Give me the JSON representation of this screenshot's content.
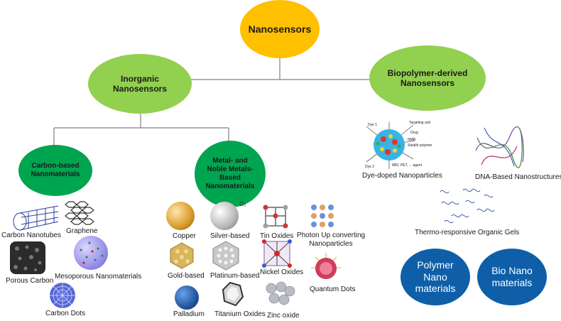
{
  "root": "Nanosensors",
  "branches": {
    "inorganic": "Inorganic Nanosensors",
    "biopolymer": "Biopolymer-derived Nanosensors"
  },
  "groups": {
    "carbon": "Carbon-based Nanomaterials",
    "metal": "Metal- and Noble Metals-Based Nanomaterials"
  },
  "carbon_items": [
    "Carbon Nanotubes",
    "Graphene",
    "Porous Carbon",
    "Mesoporous Nanomaterials",
    "Carbon Dots"
  ],
  "metal_items": [
    "Copper",
    "Silver-based",
    "Tin Oxides",
    "Photon Up converting Nanoparticles",
    "Gold-based",
    "Platinum-based",
    "Nickel Oxides",
    "Quantum Dots",
    "Palladium",
    "Titanium Oxides",
    "Zinc oxide"
  ],
  "bio_items": [
    "Dye-doped Nanoparticles",
    "DNA-Based Nanostructures",
    "Thermo-responsive Organic Gels"
  ],
  "bio_circles": [
    "Polymer Nano materials",
    "Bio Nano materials"
  ],
  "dye_annotations": [
    "Dye 1",
    "Targeting unit",
    "Drug",
    "Dye 2",
    "NMR",
    "Stealth polymer",
    "MRI, PET, ... agent"
  ],
  "silver_annotation": "O₂",
  "colors": {
    "root": "#ffc000",
    "branch": "#92d050",
    "group": "#00a550",
    "circle": "#0f5fa8",
    "line": "#808080"
  }
}
